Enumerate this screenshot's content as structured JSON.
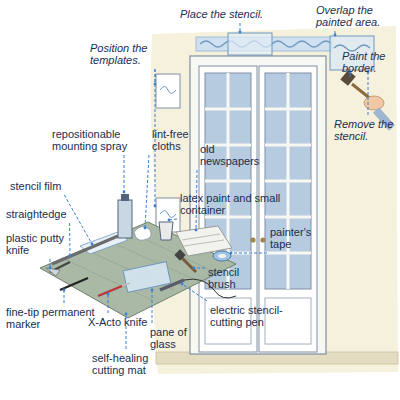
{
  "diagram": {
    "labels": [
      "Place the stencil.",
      "Overlap the painted area.",
      "Position the templates.",
      "Paint the border.",
      "Remove the stencil.",
      "repositionable mounting spray",
      "lint-free cloths",
      "old newspapers",
      "stencil film",
      "straightedge",
      "latex paint and small container",
      "plastic putty knife",
      "painter's tape",
      "stencil brush",
      "electric stencil-cutting pen",
      "fine-tip permanent marker",
      "X-Acto knife",
      "pane of glass",
      "self-healing cutting mat"
    ]
  }
}
